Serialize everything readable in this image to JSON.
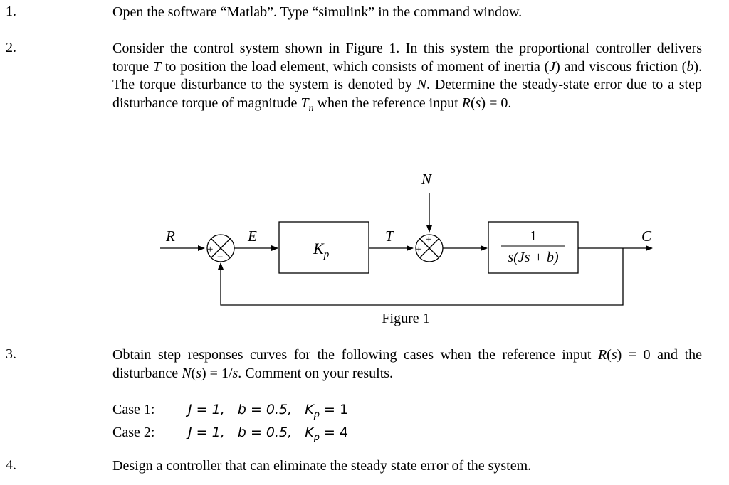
{
  "items": [
    {
      "num": "1.",
      "text_a": "Open the software “Matlab”.  Type “simulink” in the command window."
    },
    {
      "num": "2."
    },
    {
      "num": "3."
    },
    {
      "num": "4.",
      "text_a": "Design a controller that can eliminate the steady state error of the system."
    }
  ],
  "q2": {
    "s1": "Consider the control system shown in Figure 1.  In this system the proportional controller delivers torque ",
    "T": "T",
    "s2": " to position the load element, which consists of moment of inertia (",
    "J": "J",
    "s3": ") and viscous friction (",
    "b": "b",
    "s4": ").  The torque disturbance to the system is denoted by ",
    "N": "N",
    "s5": ".  Determine the steady-state error due to a step disturbance torque of magnitude ",
    "Tn_base": "T",
    "Tn_sub": "n",
    "s6": " when the reference input ",
    "R": "R",
    "s7": "(",
    "s": "s",
    "s8": ") = 0."
  },
  "diagram": {
    "R": "R",
    "E": "E",
    "Kp_base": "K",
    "Kp_sub": "p",
    "T": "T",
    "N": "N",
    "C": "C",
    "plus": "+",
    "minus": "−",
    "tf_num": "1",
    "tf_den": "s(Js + b)",
    "caption": "Figure 1"
  },
  "q3": {
    "s1": "Obtain step responses curves for the following cases when the reference input ",
    "R": "R",
    "s2": "(",
    "s": "s",
    "s3": ") = 0 and the disturbance ",
    "N": "N",
    "s4": "(",
    "s_b": "s",
    "s5": ") = 1/",
    "s_c": "s",
    "s6": ".  Comment on your results."
  },
  "cases": [
    {
      "label": "Case 1:",
      "eq": "J = 1,   b = 0.5,   K",
      "sub": "p",
      "tail": " = 1"
    },
    {
      "label": "Case 2:",
      "eq": "J = 1,   b = 0.5,   K",
      "sub": "p",
      "tail": " = 4"
    }
  ]
}
